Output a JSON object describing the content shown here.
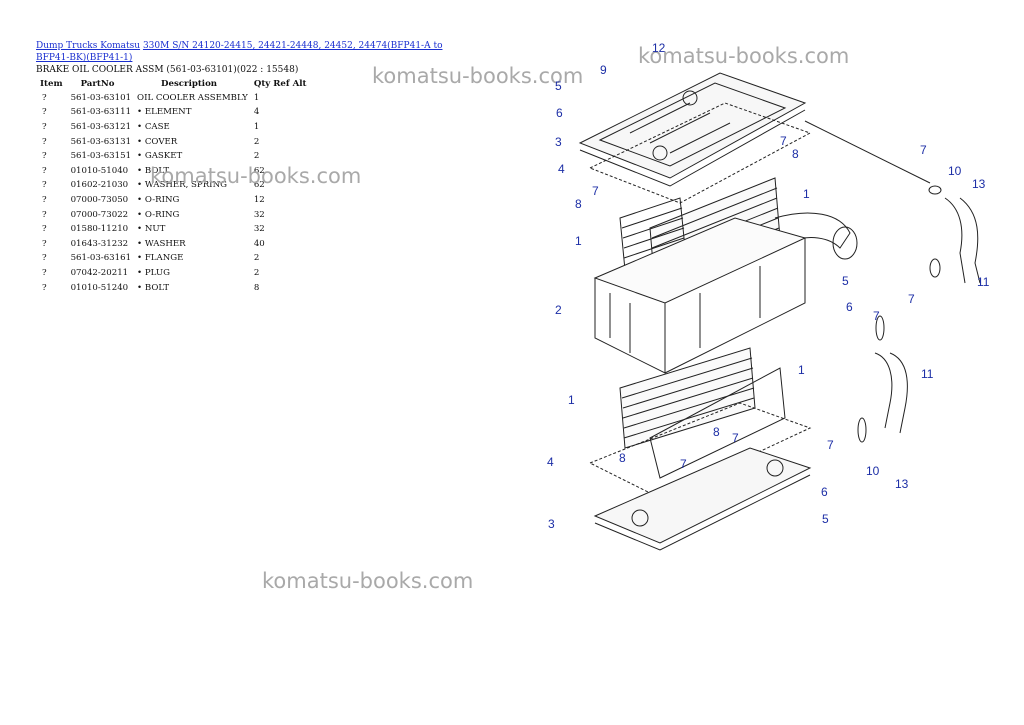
{
  "breadcrumb": {
    "link1": "Dump Trucks Komatsu",
    "link2": "330M S/N 24120-24415, 24421-24448, 24452, 24474(BFP41-A to BFP41-BK)(BFP41-1)"
  },
  "subtitle": "BRAKE OIL COOLER ASSM (561-03-63101)(022 : 15548)",
  "table": {
    "headers": [
      "Item",
      "PartNo",
      "Description",
      "Qty",
      "Ref",
      "Alt"
    ],
    "rows": [
      [
        "?",
        "561-03-63101",
        "OIL COOLER ASSEMBLY",
        "1"
      ],
      [
        "?",
        "561-03-63111",
        "• ELEMENT",
        "4"
      ],
      [
        "?",
        "561-03-63121",
        "• CASE",
        "1"
      ],
      [
        "?",
        "561-03-63131",
        "• COVER",
        "2"
      ],
      [
        "?",
        "561-03-63151",
        "• GASKET",
        "2"
      ],
      [
        "?",
        "01010-51040",
        "• BOLT",
        "62"
      ],
      [
        "?",
        "01602-21030",
        "• WASHER, SPRING",
        "62"
      ],
      [
        "?",
        "07000-73050",
        "• O-RING",
        "12"
      ],
      [
        "?",
        "07000-73022",
        "• O-RING",
        "32"
      ],
      [
        "?",
        "01580-11210",
        "• NUT",
        "32"
      ],
      [
        "?",
        "01643-31232",
        "• WASHER",
        "40"
      ],
      [
        "?",
        "561-03-63161",
        "• FLANGE",
        "2"
      ],
      [
        "?",
        "07042-20211",
        "• PLUG",
        "2"
      ],
      [
        "?",
        "01010-51240",
        "• BOLT",
        "8"
      ]
    ]
  },
  "watermarks": [
    "komatsu-books.com",
    "komatsu-books.com",
    "komatsu-books.com",
    "komatsu-books.com"
  ],
  "diagram": {
    "callouts": [
      {
        "text": "12"
      },
      {
        "text": "9"
      },
      {
        "text": "5"
      },
      {
        "text": "6"
      },
      {
        "text": "3"
      },
      {
        "text": "7"
      },
      {
        "text": "8"
      },
      {
        "text": "4"
      },
      {
        "text": "7"
      },
      {
        "text": "8"
      },
      {
        "text": "1"
      },
      {
        "text": "1"
      },
      {
        "text": "7"
      },
      {
        "text": "10"
      },
      {
        "text": "13"
      },
      {
        "text": "11"
      },
      {
        "text": "7"
      },
      {
        "text": "5"
      },
      {
        "text": "6"
      },
      {
        "text": "2"
      },
      {
        "text": "7"
      },
      {
        "text": "11"
      },
      {
        "text": "1"
      },
      {
        "text": "1"
      },
      {
        "text": "8"
      },
      {
        "text": "7"
      },
      {
        "text": "7"
      },
      {
        "text": "4"
      },
      {
        "text": "8"
      },
      {
        "text": "7"
      },
      {
        "text": "10"
      },
      {
        "text": "13"
      },
      {
        "text": "6"
      },
      {
        "text": "3"
      },
      {
        "text": "5"
      }
    ]
  }
}
